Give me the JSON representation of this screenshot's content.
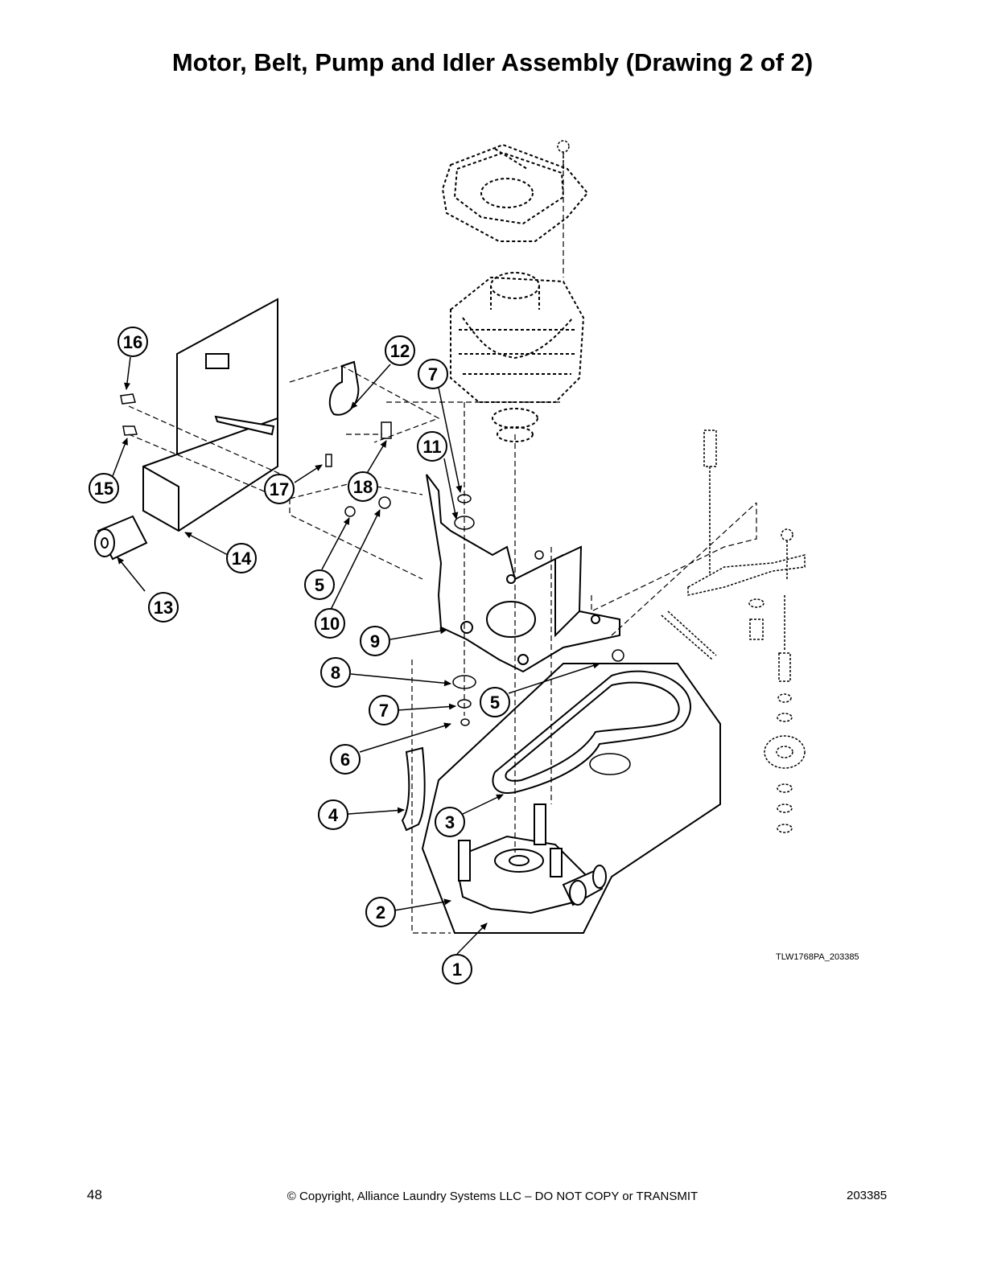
{
  "page": {
    "title": "Motor, Belt, Pump and Idler Assembly (Drawing 2 of 2)",
    "page_number": "48",
    "copyright": "© Copyright, Alliance Laundry Systems LLC – DO NOT COPY or TRANSMIT",
    "document_number": "203385"
  },
  "diagram": {
    "drawing_id": "TLW1768PA_203385",
    "callouts": [
      {
        "id": "c1",
        "label": "1"
      },
      {
        "id": "c2",
        "label": "2"
      },
      {
        "id": "c3",
        "label": "3"
      },
      {
        "id": "c4",
        "label": "4"
      },
      {
        "id": "c5a",
        "label": "5"
      },
      {
        "id": "c5b",
        "label": "5"
      },
      {
        "id": "c6",
        "label": "6"
      },
      {
        "id": "c7a",
        "label": "7"
      },
      {
        "id": "c7b",
        "label": "7"
      },
      {
        "id": "c8",
        "label": "8"
      },
      {
        "id": "c9",
        "label": "9"
      },
      {
        "id": "c10",
        "label": "10"
      },
      {
        "id": "c11",
        "label": "11"
      },
      {
        "id": "c12",
        "label": "12"
      },
      {
        "id": "c13",
        "label": "13"
      },
      {
        "id": "c14",
        "label": "14"
      },
      {
        "id": "c15",
        "label": "15"
      },
      {
        "id": "c16",
        "label": "16"
      },
      {
        "id": "c17",
        "label": "17"
      },
      {
        "id": "c18",
        "label": "18"
      }
    ]
  }
}
